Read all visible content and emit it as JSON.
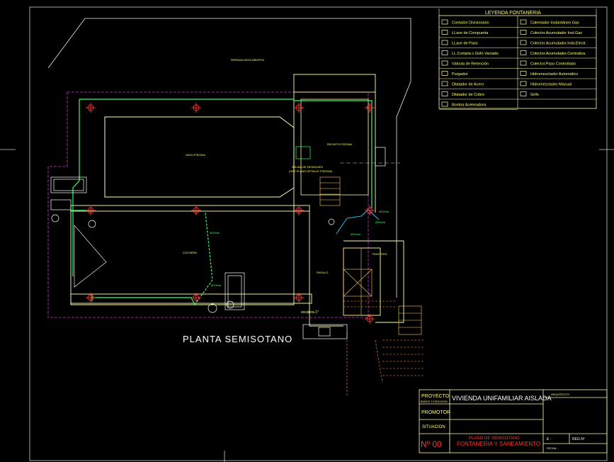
{
  "drawing": {
    "plan_title": "PLANTA SEMISOTANO",
    "rooms": {
      "terrace": "TERRAZA DESCUBIERTA",
      "pool": "VASO PISCINA",
      "pool_room": "RECINTO PISCINA",
      "pool_outlet_1": "SALIDA DE DESAGÜES",
      "pool_outlet_2": "(VER PLANO DETALLE PISCINA)",
      "garage": "COCHERA",
      "hall": "PASILLO",
      "storage": "TRASTERO",
      "stair": "escalera 1°"
    },
    "pipe_labels": {
      "d20a": "Ø20mm",
      "d20b": "Ø20mm",
      "d20c": "Ø20mm",
      "d25": "Ø25mm",
      "d32": "Ø32mm"
    }
  },
  "legend": {
    "title": "LEYENDA FONTANERIA",
    "left": [
      {
        "icon": "meter-icon",
        "label": "Contador Divisionario"
      },
      {
        "icon": "gate-valve-icon",
        "label": "LLave de Compuerta"
      },
      {
        "icon": "stop-valve-icon",
        "label": "LLave de Paso"
      },
      {
        "icon": "check-valve-icon",
        "label": "LL.Compta c.Grifo Vaciado"
      },
      {
        "icon": "retention-valve-icon",
        "label": "Válvula de Retención"
      },
      {
        "icon": "purge-icon",
        "label": "Purgador"
      },
      {
        "icon": "steel-expansion-icon",
        "label": "Dilatador de Acero"
      },
      {
        "icon": "copper-expansion-icon",
        "label": "Dilatador de Cobre"
      },
      {
        "icon": "pump-icon",
        "label": "Bomba Aceleradora"
      }
    ],
    "right": [
      {
        "icon": "gas-heater-icon",
        "label": "Calentador Instantáneo Gas"
      },
      {
        "icon": "gas-boiler-icon",
        "label": "Colector.Acumulador Inst.Gas"
      },
      {
        "icon": "electric-boiler-icon",
        "label": "Colector.Acumulador.Indv.Electr."
      },
      {
        "icon": "central-boiler-icon",
        "label": "Colector.Acumulador.Centraliza."
      },
      {
        "icon": "controlled-boiler-icon",
        "label": "Colector.Paso Controllado"
      },
      {
        "icon": "auto-hydro-icon",
        "label": "Hidromezclador Automático"
      },
      {
        "icon": "manual-hydro-icon",
        "label": "Hidromezclador Manual"
      },
      {
        "icon": "faucet-icon",
        "label": "Grifo"
      }
    ]
  },
  "title_block": {
    "proyecto_label": "PROYECTO",
    "proyecto_sub": "BASICO Y EJECUCION",
    "proyecto_value": "VIVIENDA UNIFAMILIAR AISLADA",
    "arquitecto_label": "ARQUITECTO",
    "promotor_label": "PROMOTOR",
    "situacion_label": "SITUACION",
    "numero": "Nº 00",
    "plano_line1": "PLANO DE SEMISOTANO",
    "plano_line2": "FONTANERIA Y SANEAMIENTO",
    "escala_label": "E :",
    "ref_label": "REG Nº",
    "fecha_label": "FECHA :"
  },
  "colors": {
    "background": "#000000",
    "walls": "#ffffaa",
    "property_line": "#cc33cc",
    "water_pipe": "#33ff66",
    "cyan_pipe": "#33ccff",
    "fixture_red": "#ff3333",
    "text_yellow": "#ffff66",
    "drainage": "#ff9933"
  }
}
